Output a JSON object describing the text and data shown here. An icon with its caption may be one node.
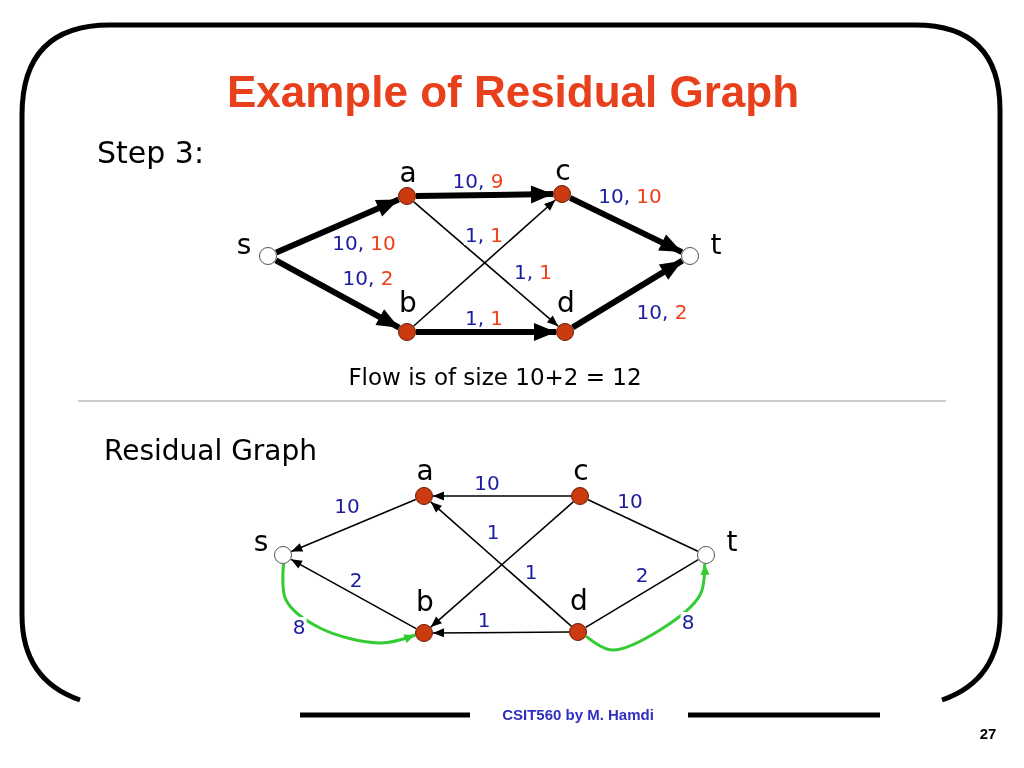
{
  "diagram": {
    "title": "Example of Residual Graph",
    "nodes": [
      {
        "text": [
          "s"
        ]
      },
      {
        "text": [
          "a"
        ]
      },
      {
        "text": [
          "b"
        ]
      },
      {
        "text": [
          "c"
        ]
      },
      {
        "text": [
          "d"
        ]
      },
      {
        "text": [
          "t"
        ]
      },
      {
        "text": [
          "s"
        ]
      },
      {
        "text": [
          "a"
        ]
      },
      {
        "text": [
          "b"
        ]
      },
      {
        "text": [
          "c"
        ]
      },
      {
        "text": [
          "d"
        ]
      },
      {
        "text": [
          "t"
        ]
      }
    ],
    "edges": [
      {
        "from": 0,
        "to": 1,
        "arrow": "to",
        "label": "10, 10",
        "style": "thick"
      },
      {
        "from": 0,
        "to": 2,
        "arrow": "to",
        "label": "10, 2",
        "style": "thick"
      },
      {
        "from": 1,
        "to": 3,
        "arrow": "to",
        "label": "10, 9",
        "style": "thick"
      },
      {
        "from": 1,
        "to": 4,
        "arrow": "to",
        "label": "1, 1"
      },
      {
        "from": 2,
        "to": 3,
        "arrow": "to",
        "label": "1, 1"
      },
      {
        "from": 2,
        "to": 4,
        "arrow": "to",
        "label": "1, 1",
        "style": "thick"
      },
      {
        "from": 3,
        "to": 5,
        "arrow": "to",
        "label": "10, 10",
        "style": "thick"
      },
      {
        "from": 4,
        "to": 5,
        "arrow": "to",
        "label": "10, 2",
        "style": "thick"
      },
      {
        "from": 7,
        "to": 6,
        "arrow": "to",
        "label": "10"
      },
      {
        "from": 8,
        "to": 6,
        "arrow": "to",
        "label": "2"
      },
      {
        "from": 6,
        "to": 8,
        "arrow": "to",
        "label": "8",
        "color": "#33cc33"
      },
      {
        "from": 9,
        "to": 7,
        "arrow": "to",
        "label": "10"
      },
      {
        "from": 9,
        "to": 8,
        "arrow": "to",
        "label": "1"
      },
      {
        "from": 9,
        "to": 11,
        "arrow": "none",
        "label": "10"
      },
      {
        "from": 10,
        "to": 7,
        "arrow": "to",
        "label": "1"
      },
      {
        "from": 10,
        "to": 8,
        "arrow": "to",
        "label": "1"
      },
      {
        "from": 10,
        "to": 11,
        "arrow": "none",
        "label": "2"
      },
      {
        "from": 10,
        "to": 11,
        "arrow": "to",
        "label": "8",
        "color": "#33cc33"
      }
    ],
    "labels": [
      "Step 3:",
      "Flow is of size 10+2 = 12",
      "Residual Graph",
      "CSIT560 by M. Hamdi",
      "27"
    ]
  }
}
